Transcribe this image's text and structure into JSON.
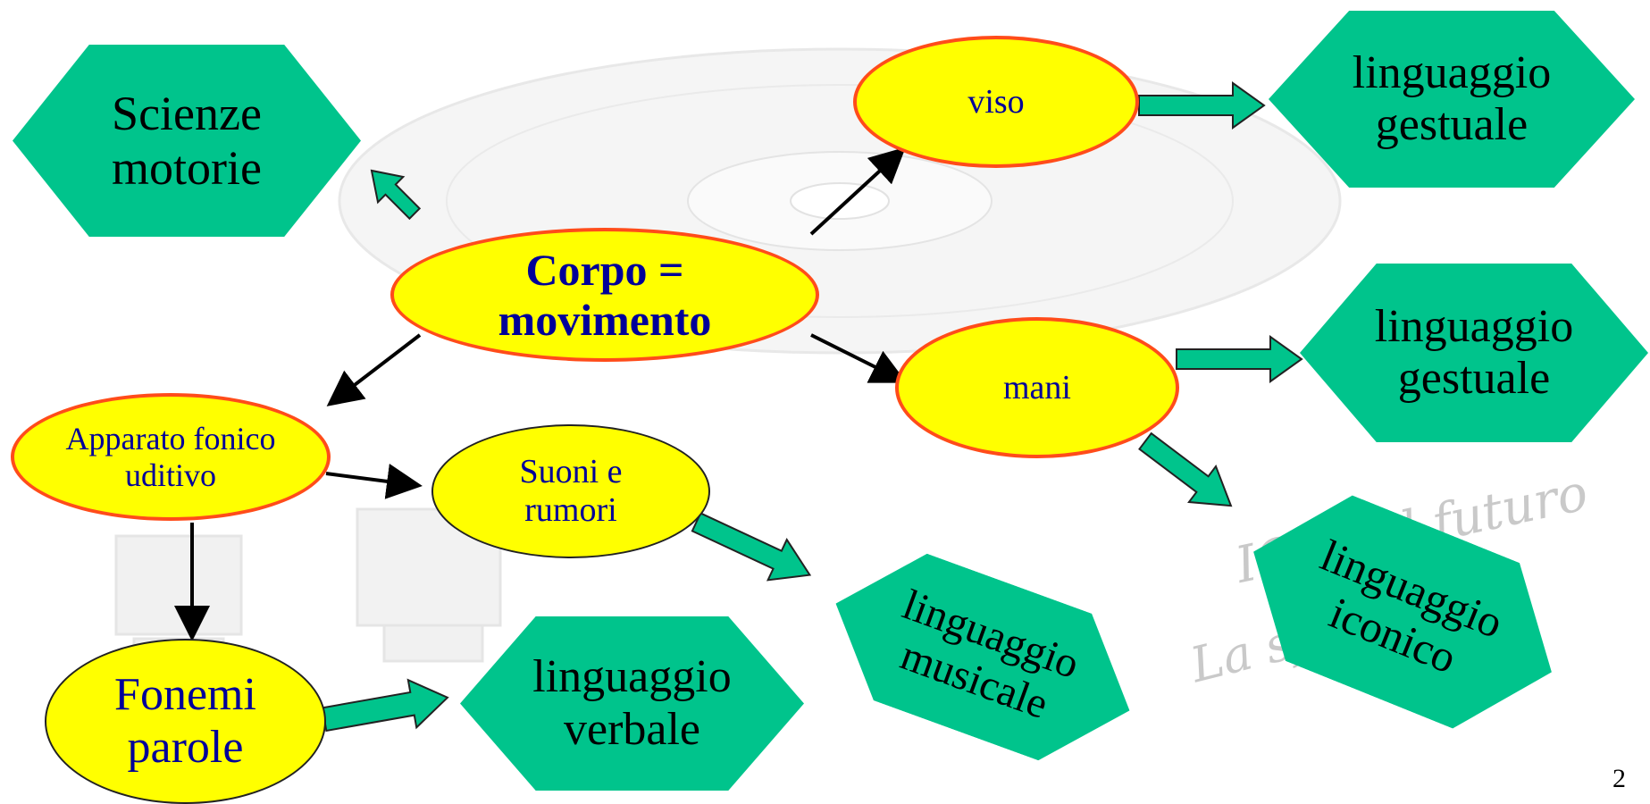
{
  "center": {
    "line1": "Corpo =",
    "line2": "movimento"
  },
  "nodes": {
    "viso": "viso",
    "mani": "mani",
    "apparato_line1": "Apparato fonico",
    "apparato_line2": "uditivo",
    "suoni_line1": "Suoni e",
    "suoni_line2": "rumori",
    "fonemi_line1": "Fonemi",
    "fonemi_line2": "parole"
  },
  "outcomes": {
    "scienze": [
      "Scienze",
      "motorie"
    ],
    "gestuale_top": [
      "linguaggio",
      "gestuale"
    ],
    "gestuale_mid": [
      "linguaggio",
      "gestuale"
    ],
    "iconico": [
      "linguaggio",
      "iconico"
    ],
    "musicale": [
      "linguaggio",
      "musicale"
    ],
    "verbale": [
      "linguaggio",
      "verbale"
    ]
  },
  "watermark": {
    "line1": "ICT e il futuro",
    "line2": "La sfida al"
  },
  "page_number": "2",
  "colors": {
    "hexagon_fill": "#00c48c",
    "oval_fill": "#ffff00",
    "oval_border": "#ff4c1a",
    "center_text": "#000099",
    "arrow_fill": "#00c48c"
  }
}
